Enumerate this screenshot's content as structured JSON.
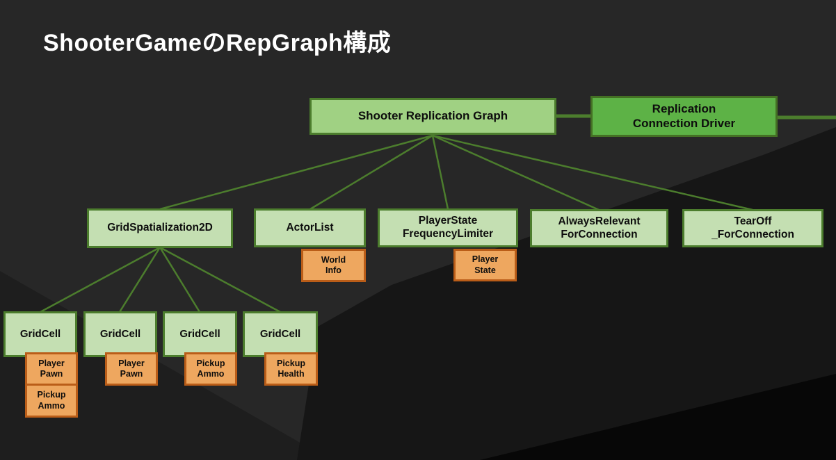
{
  "title": "ShooterGameのRepGraph構成",
  "colors": {
    "background": "#272727",
    "background_facet_left": "#1e1e1e",
    "background_facet_right": "#161616",
    "background_facet_corner": "#070707",
    "node_green_light": "#a0d183",
    "node_green_pale": "#c4dfb2",
    "node_green_dark": "#5db246",
    "node_border_green": "#4c7d2d",
    "node_orange": "#eea75f",
    "node_border_orange": "#ba5d18",
    "connector_green": "#4c7d2d",
    "title_text": "#ffffff",
    "node_text": "#0d0d0d"
  },
  "nodes": {
    "shooter_replication_graph": {
      "label": "Shooter Replication Graph"
    },
    "replication_connection_driver": {
      "label": "Replication\nConnection Driver"
    },
    "grid_spatialization_2d": {
      "label": "GridSpatialization2D"
    },
    "actor_list": {
      "label": "ActorList"
    },
    "player_state_frequency_limiter": {
      "label": "PlayerState\nFrequencyLimiter"
    },
    "always_relevant_for_connection": {
      "label": "AlwaysRelevant\nForConnection"
    },
    "tear_off_for_connection": {
      "label": "TearOff\n_ForConnection"
    },
    "world_info": {
      "label": "World\nInfo"
    },
    "player_state": {
      "label": "Player\nState"
    },
    "grid_cell_1": {
      "label": "GridCell"
    },
    "grid_cell_2": {
      "label": "GridCell"
    },
    "grid_cell_3": {
      "label": "GridCell"
    },
    "grid_cell_4": {
      "label": "GridCell"
    },
    "player_pawn_1": {
      "label": "Player\nPawn"
    },
    "pickup_ammo_1": {
      "label": "Pickup\nAmmo"
    },
    "player_pawn_2": {
      "label": "Player\nPawn"
    },
    "pickup_ammo_2": {
      "label": "Pickup\nAmmo"
    },
    "pickup_health": {
      "label": "Pickup\nHealth"
    }
  }
}
